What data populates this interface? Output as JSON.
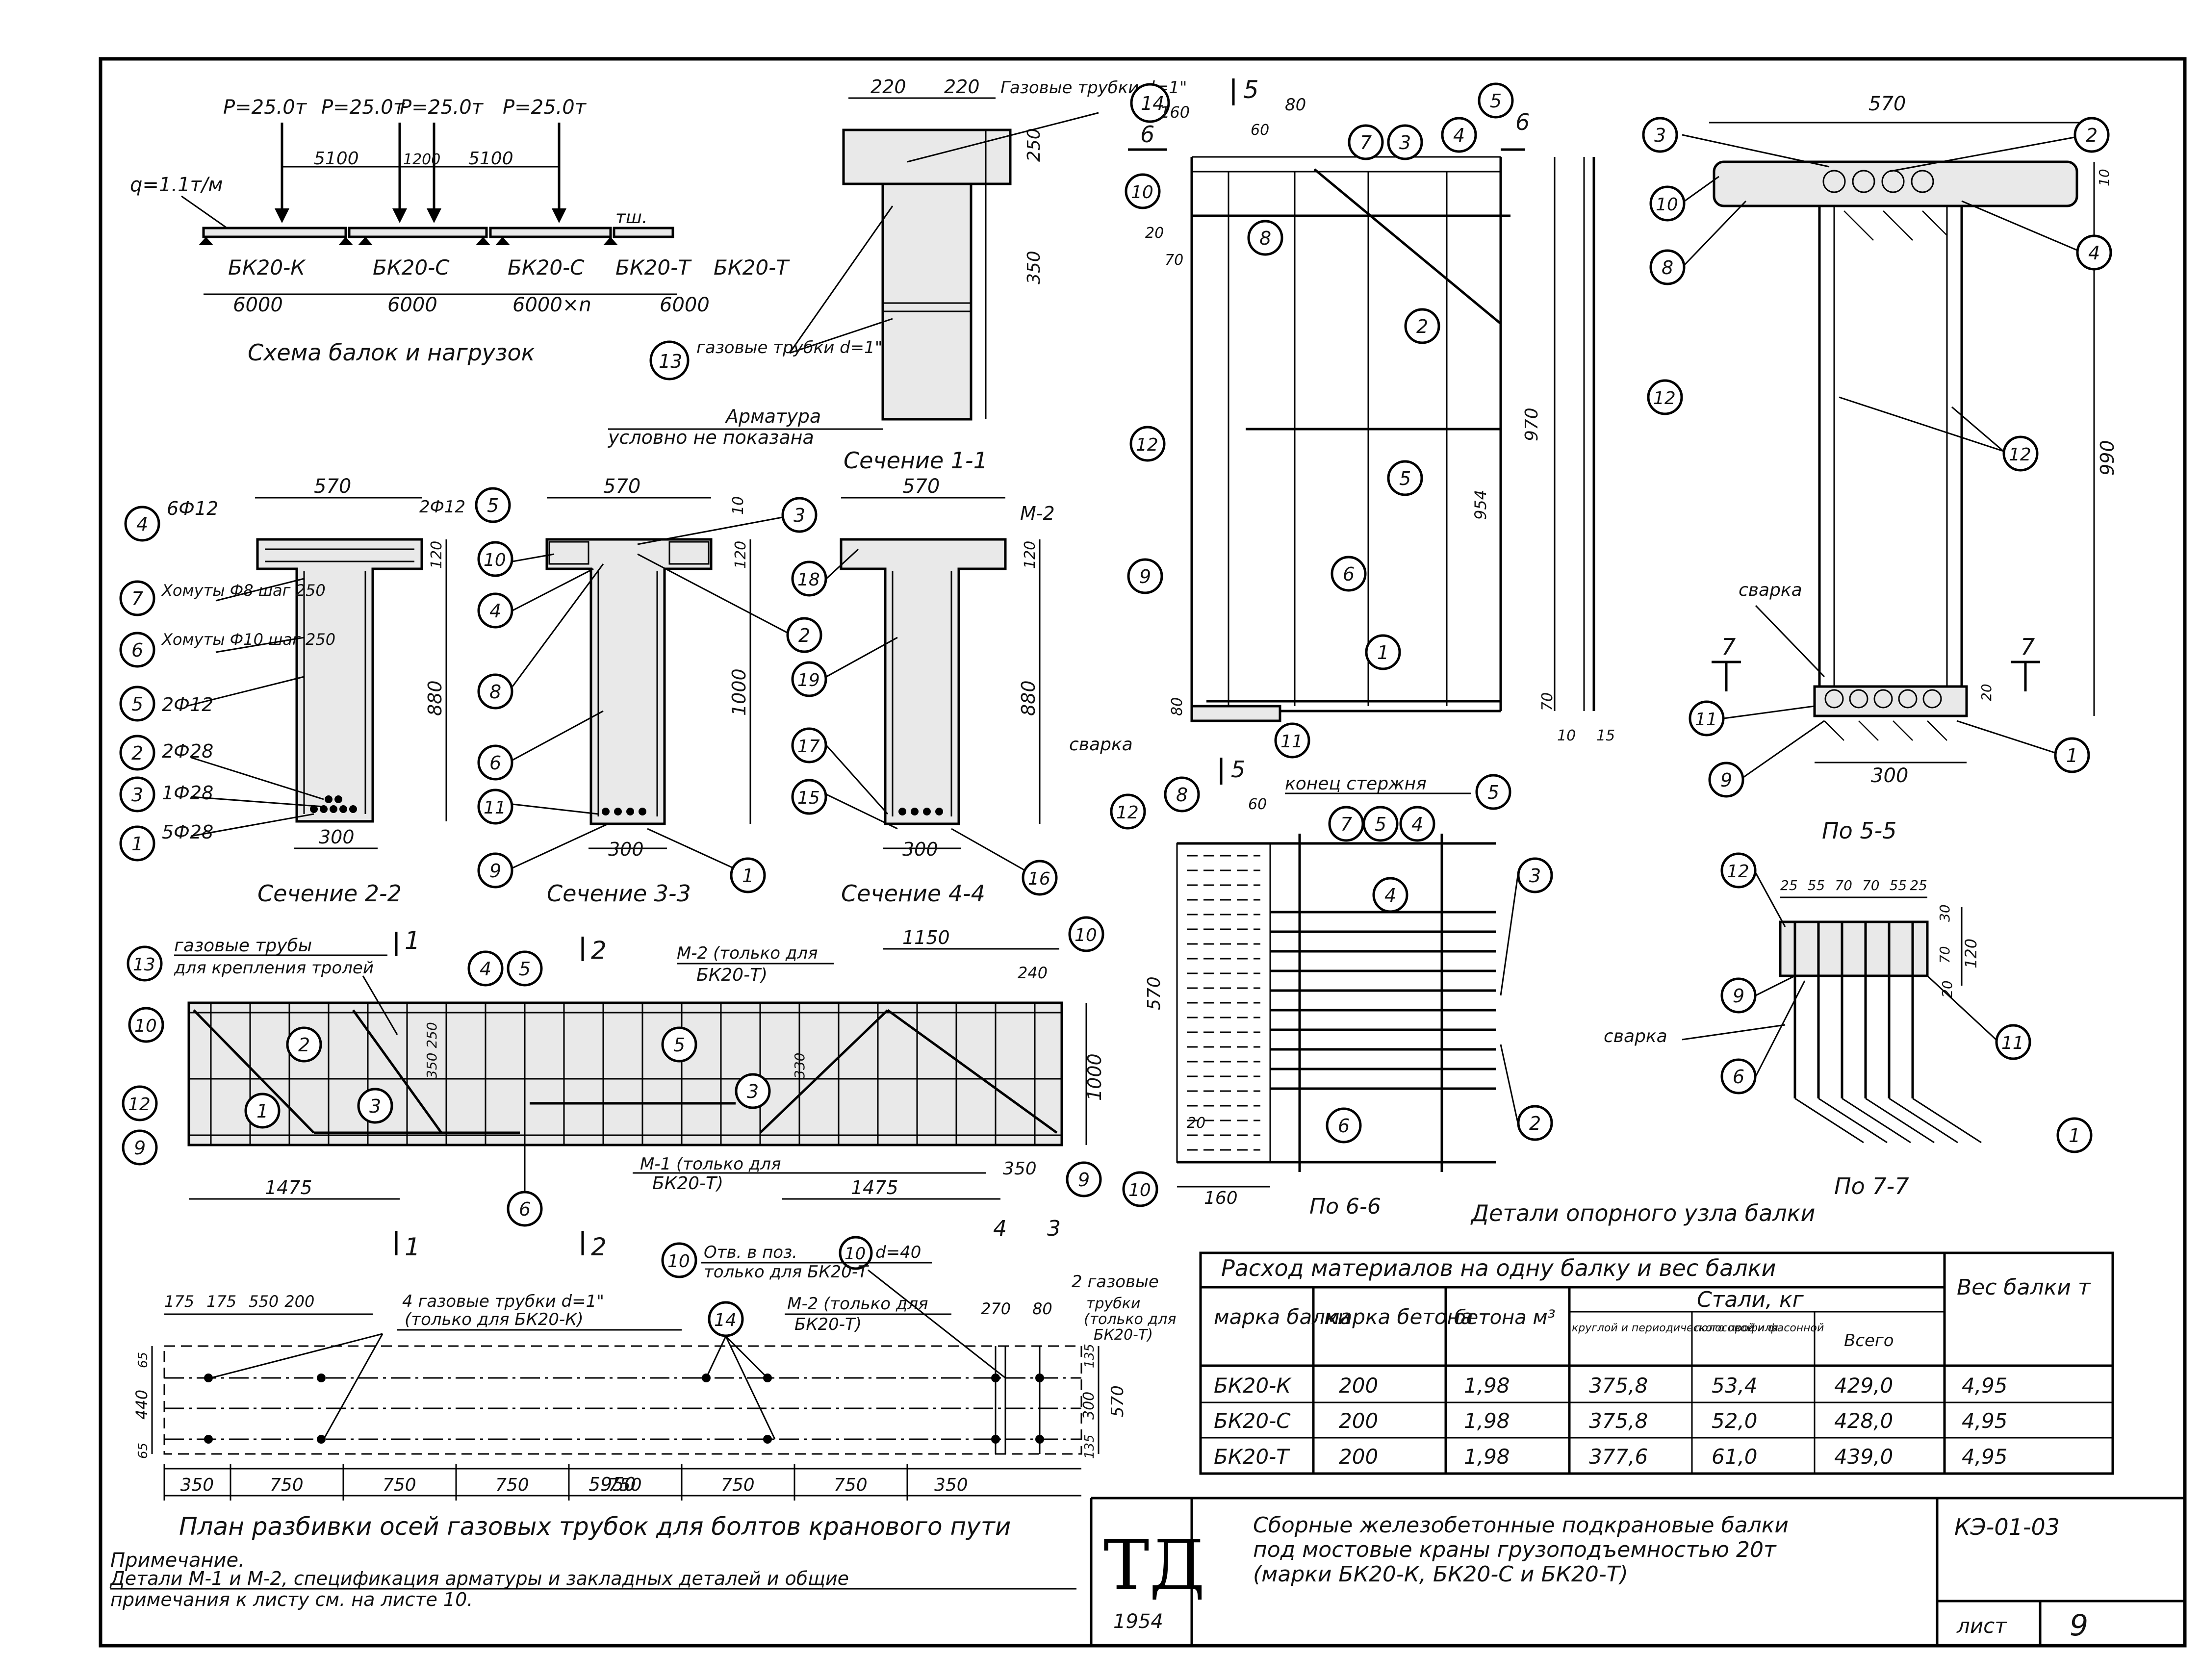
{
  "load_scheme": {
    "loads": [
      "P=25.0т",
      "P=25.0т",
      "P=25.0т",
      "P=25.0т"
    ],
    "distributed": "q=1.1т/м",
    "spacings": [
      "5100",
      "1200",
      "5100"
    ],
    "beams": [
      "БК20-К",
      "БК20-С",
      "БК20-С",
      "БК20-Т",
      "БК20-Т"
    ],
    "spans": [
      "6000",
      "6000",
      "6000×n",
      "6000"
    ],
    "rail_label": "тш.",
    "caption": "Схема балок и нагрузок"
  },
  "section_1_1": {
    "dims_top": [
      "220",
      "220"
    ],
    "pipes_label": "Газовые трубки d=1\"",
    "pipes_label_lower": "газовые трубки d=1\"",
    "dims_side": [
      "250",
      "350"
    ],
    "rebar_note_1": "Арматура",
    "rebar_note_2": "условно не показана",
    "caption": "Сечение 1-1"
  },
  "section_2_2": {
    "width_top": "570",
    "width_bottom": "300",
    "height": "880",
    "flange": "120",
    "callouts": [
      {
        "num": "4",
        "text": "6Ф12"
      },
      {
        "num": "5",
        "text": "2Ф12"
      },
      {
        "num": "7",
        "text": "Хомуты Ф8 шаг 250"
      },
      {
        "num": "6",
        "text": "Хомуты Ф10 шаг 250"
      },
      {
        "num": "5",
        "text": "2Ф12"
      },
      {
        "num": "2",
        "text": "2Ф28"
      },
      {
        "num": "3",
        "text": "1Ф28"
      },
      {
        "num": "1",
        "text": "5Ф28"
      }
    ],
    "caption": "Сечение 2-2"
  },
  "section_3_3": {
    "width_top": "570",
    "width_bottom": "300",
    "height": "1000",
    "flange": "120",
    "top_gap": "10",
    "caption": "Сечение 3-3"
  },
  "section_4_4": {
    "width_top": "570",
    "width_bottom": "300",
    "height": "880",
    "flange": "120",
    "plate": "М-2",
    "caption": "Сечение 4-4"
  },
  "elevation": {
    "pipes_note_1": "газовые трубы",
    "pipes_note_2": "для крепления тролей",
    "m2_note_1": "М-2 (только для",
    "m2_note_2": "БК20-Т)",
    "m1_note_1": "М-1 (только для",
    "m1_note_2": "БК20-Т)",
    "dim_1150": "1150",
    "dim_240": "240",
    "dim_1000": "1000",
    "dim_1475_left": "1475",
    "dim_1475_right": "1475",
    "dim_350": "350",
    "dim_330": "330",
    "dim_350_250": "350 250",
    "cut_marks": [
      "1",
      "2",
      "4",
      "3"
    ]
  },
  "detail_5_5_side": {
    "dims": [
      "160",
      "80",
      "60",
      "20",
      "70",
      "80",
      "970",
      "954",
      "70",
      "10",
      "15"
    ],
    "cut_label": "5",
    "cut_6": "6",
    "weld": "сварка"
  },
  "view_5_5": {
    "width_top": "570",
    "width_bottom": "300",
    "height": "990",
    "gap_top": "10",
    "gap_bot": "20",
    "weld": "сварка",
    "cut_7": "7",
    "caption": "По 5-5"
  },
  "view_6_6": {
    "dims": [
      "160",
      "60",
      "570",
      "20",
      "160"
    ],
    "rod_end": "конец стержня",
    "caption": "По 6-6"
  },
  "view_7_7": {
    "dims": [
      "25",
      "55",
      "70",
      "70",
      "55",
      "25",
      "30",
      "70",
      "120",
      "20"
    ],
    "weld": "сварка",
    "caption": "По 7-7"
  },
  "support_caption": "Детали опорного узла балки",
  "plan": {
    "top_dims": [
      "175",
      "175",
      "550",
      "200"
    ],
    "pipes4_1": "4 газовые трубки d=1\"",
    "pipes4_2": "(только для БК20-К)",
    "holes_1": "Отв. в поз.",
    "holes_2": "d=40",
    "holes_3": "только для БК20-Т",
    "m2_1": "М-2 (только для",
    "m2_2": "БК20-Т)",
    "dims_270_80": [
      "270",
      "80"
    ],
    "pipes2_1": "2 газовые",
    "pipes2_2": "трубки",
    "pipes2_3": "(только для",
    "pipes2_4": "БК20-Т)",
    "side_dims": [
      "65",
      "440",
      "65",
      "135",
      "300",
      "135",
      "570"
    ],
    "bottom_dims": [
      "350",
      "750",
      "750",
      "750",
      "750",
      "750",
      "750",
      "350"
    ],
    "total": "5950",
    "caption": "План разбивки осей газовых трубок для болтов кранового пути"
  },
  "note": {
    "title": "Примечание.",
    "line1": "Детали М-1 и М-2, спецификация арматуры и закладных деталей и общие",
    "line2": "примечания к листу см. на листе 10."
  },
  "materials_table": {
    "title": "Расход материалов на одну балку и вес балки",
    "col_mark": "марка балки",
    "col_concrete_mark": "марка бетона",
    "col_concrete_vol": "бетона м³",
    "col_steel": "Стали, кг",
    "col_steel_round": "круглой и периодического профиля",
    "col_steel_strip": "полосовой и фасонной",
    "col_steel_total": "Всего",
    "col_weight": "Вес балки т",
    "rows": [
      {
        "mark": "БК20-К",
        "concrete": "200",
        "volume": "1,98",
        "round": "375,8",
        "strip": "53,4",
        "total": "429,0",
        "weight": "4,95"
      },
      {
        "mark": "БК20-С",
        "concrete": "200",
        "volume": "1,98",
        "round": "375,8",
        "strip": "52,0",
        "total": "428,0",
        "weight": "4,95"
      },
      {
        "mark": "БК20-Т",
        "concrete": "200",
        "volume": "1,98",
        "round": "377,6",
        "strip": "61,0",
        "total": "439,0",
        "weight": "4,95"
      }
    ]
  },
  "title_block": {
    "logo": "ТД",
    "year": "1954",
    "title1": "Сборные железобетонные подкрановые балки",
    "title2": "под мостовые краны грузоподъемностью 20т",
    "title3": "(марки БК20-К, БК20-С и БК20-Т)",
    "code": "КЭ-01-03",
    "sheet_label": "лист",
    "sheet_num": "9"
  }
}
